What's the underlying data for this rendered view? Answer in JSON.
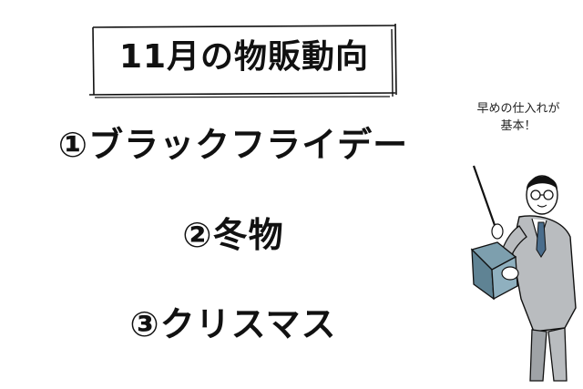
{
  "title": "11月の物販動向",
  "items": [
    "①ブラックフライデー",
    "②冬物",
    "③クリスマス"
  ],
  "speech": {
    "line1": "早めの仕入れが",
    "line2": "基本！"
  },
  "colors": {
    "ink": "#111111",
    "suit": "#b9bcbf",
    "suit_shade": "#9fa3a7",
    "book": "#7d9fae",
    "tie": "#4a6d8c",
    "skin": "#ffffff",
    "background": "#ffffff"
  },
  "icons": {
    "figure": "teacher-with-pointer-illustration"
  }
}
